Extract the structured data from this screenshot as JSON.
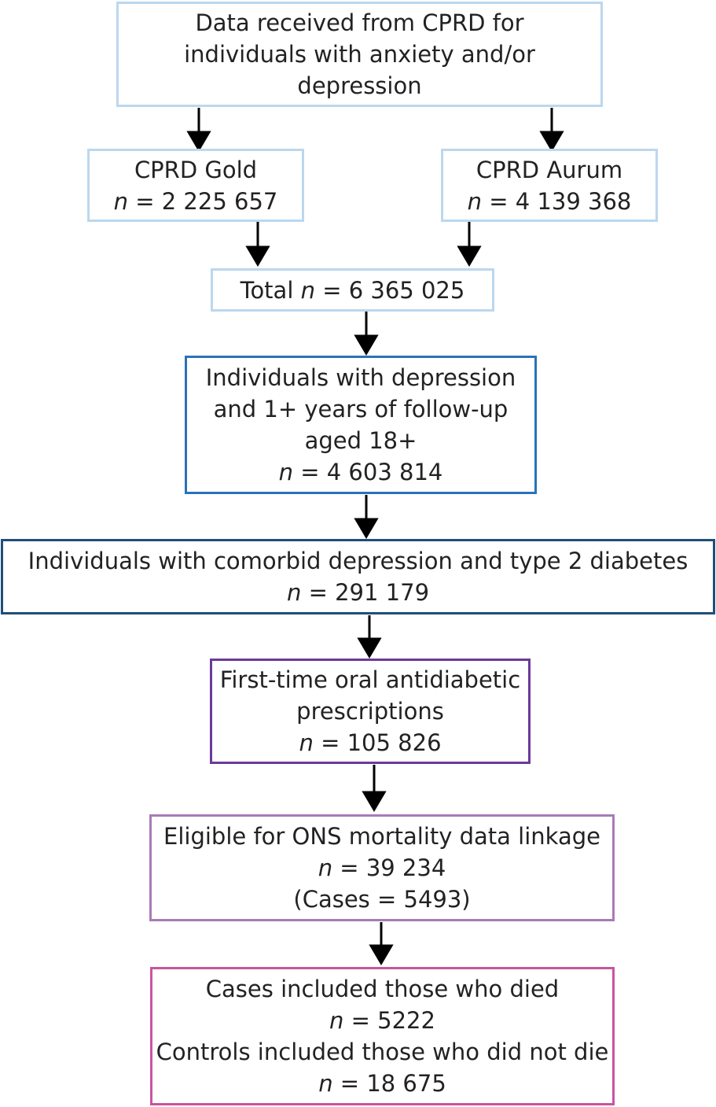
{
  "flowchart": {
    "source": {
      "lines": [
        "Data received from CPRD for",
        "individuals with anxiety and/or",
        "depression"
      ],
      "border_color": "#bcd7ef"
    },
    "gold": {
      "label": "CPRD Gold",
      "n_symbol": "n",
      "n_text": " = 2 225 657",
      "border_color": "#bcd7ef"
    },
    "aurum": {
      "label": "CPRD Aurum",
      "n_symbol": "n",
      "n_text": " = 4 139 368",
      "border_color": "#bcd7ef"
    },
    "total": {
      "prefix": "Total ",
      "n_symbol": "n",
      "n_text": " = 6 365 025",
      "border_color": "#bcd7ef"
    },
    "depression": {
      "lines": [
        "Individuals with depression",
        "and 1+ years of follow-up",
        "aged 18+"
      ],
      "n_symbol": "n",
      "n_text": " = 4 603 814",
      "border_color": "#2a73b8"
    },
    "comorbid": {
      "line": "Individuals with comorbid depression and type 2 diabetes",
      "n_symbol": "n",
      "n_text": " = 291 179",
      "border_color": "#1f4e79"
    },
    "first_time": {
      "lines": [
        "First-time oral antidiabetic",
        "prescriptions"
      ],
      "n_symbol": "n",
      "n_text": " = 105 826",
      "border_color": "#6b3a9a"
    },
    "eligible": {
      "line": "Eligible for ONS mortality data linkage",
      "n_symbol": "n",
      "n_text": " = 39 234",
      "cases": "(Cases = 5493)",
      "border_color": "#a87bb8"
    },
    "final": {
      "cases_label": "Cases included those who died",
      "cases_n_symbol": "n",
      "cases_n_text": " = 5222",
      "controls_label": "Controls included those who did not die",
      "controls_n_symbol": "n",
      "controls_n_text": " = 18 675",
      "border_color": "#c8559e"
    }
  }
}
